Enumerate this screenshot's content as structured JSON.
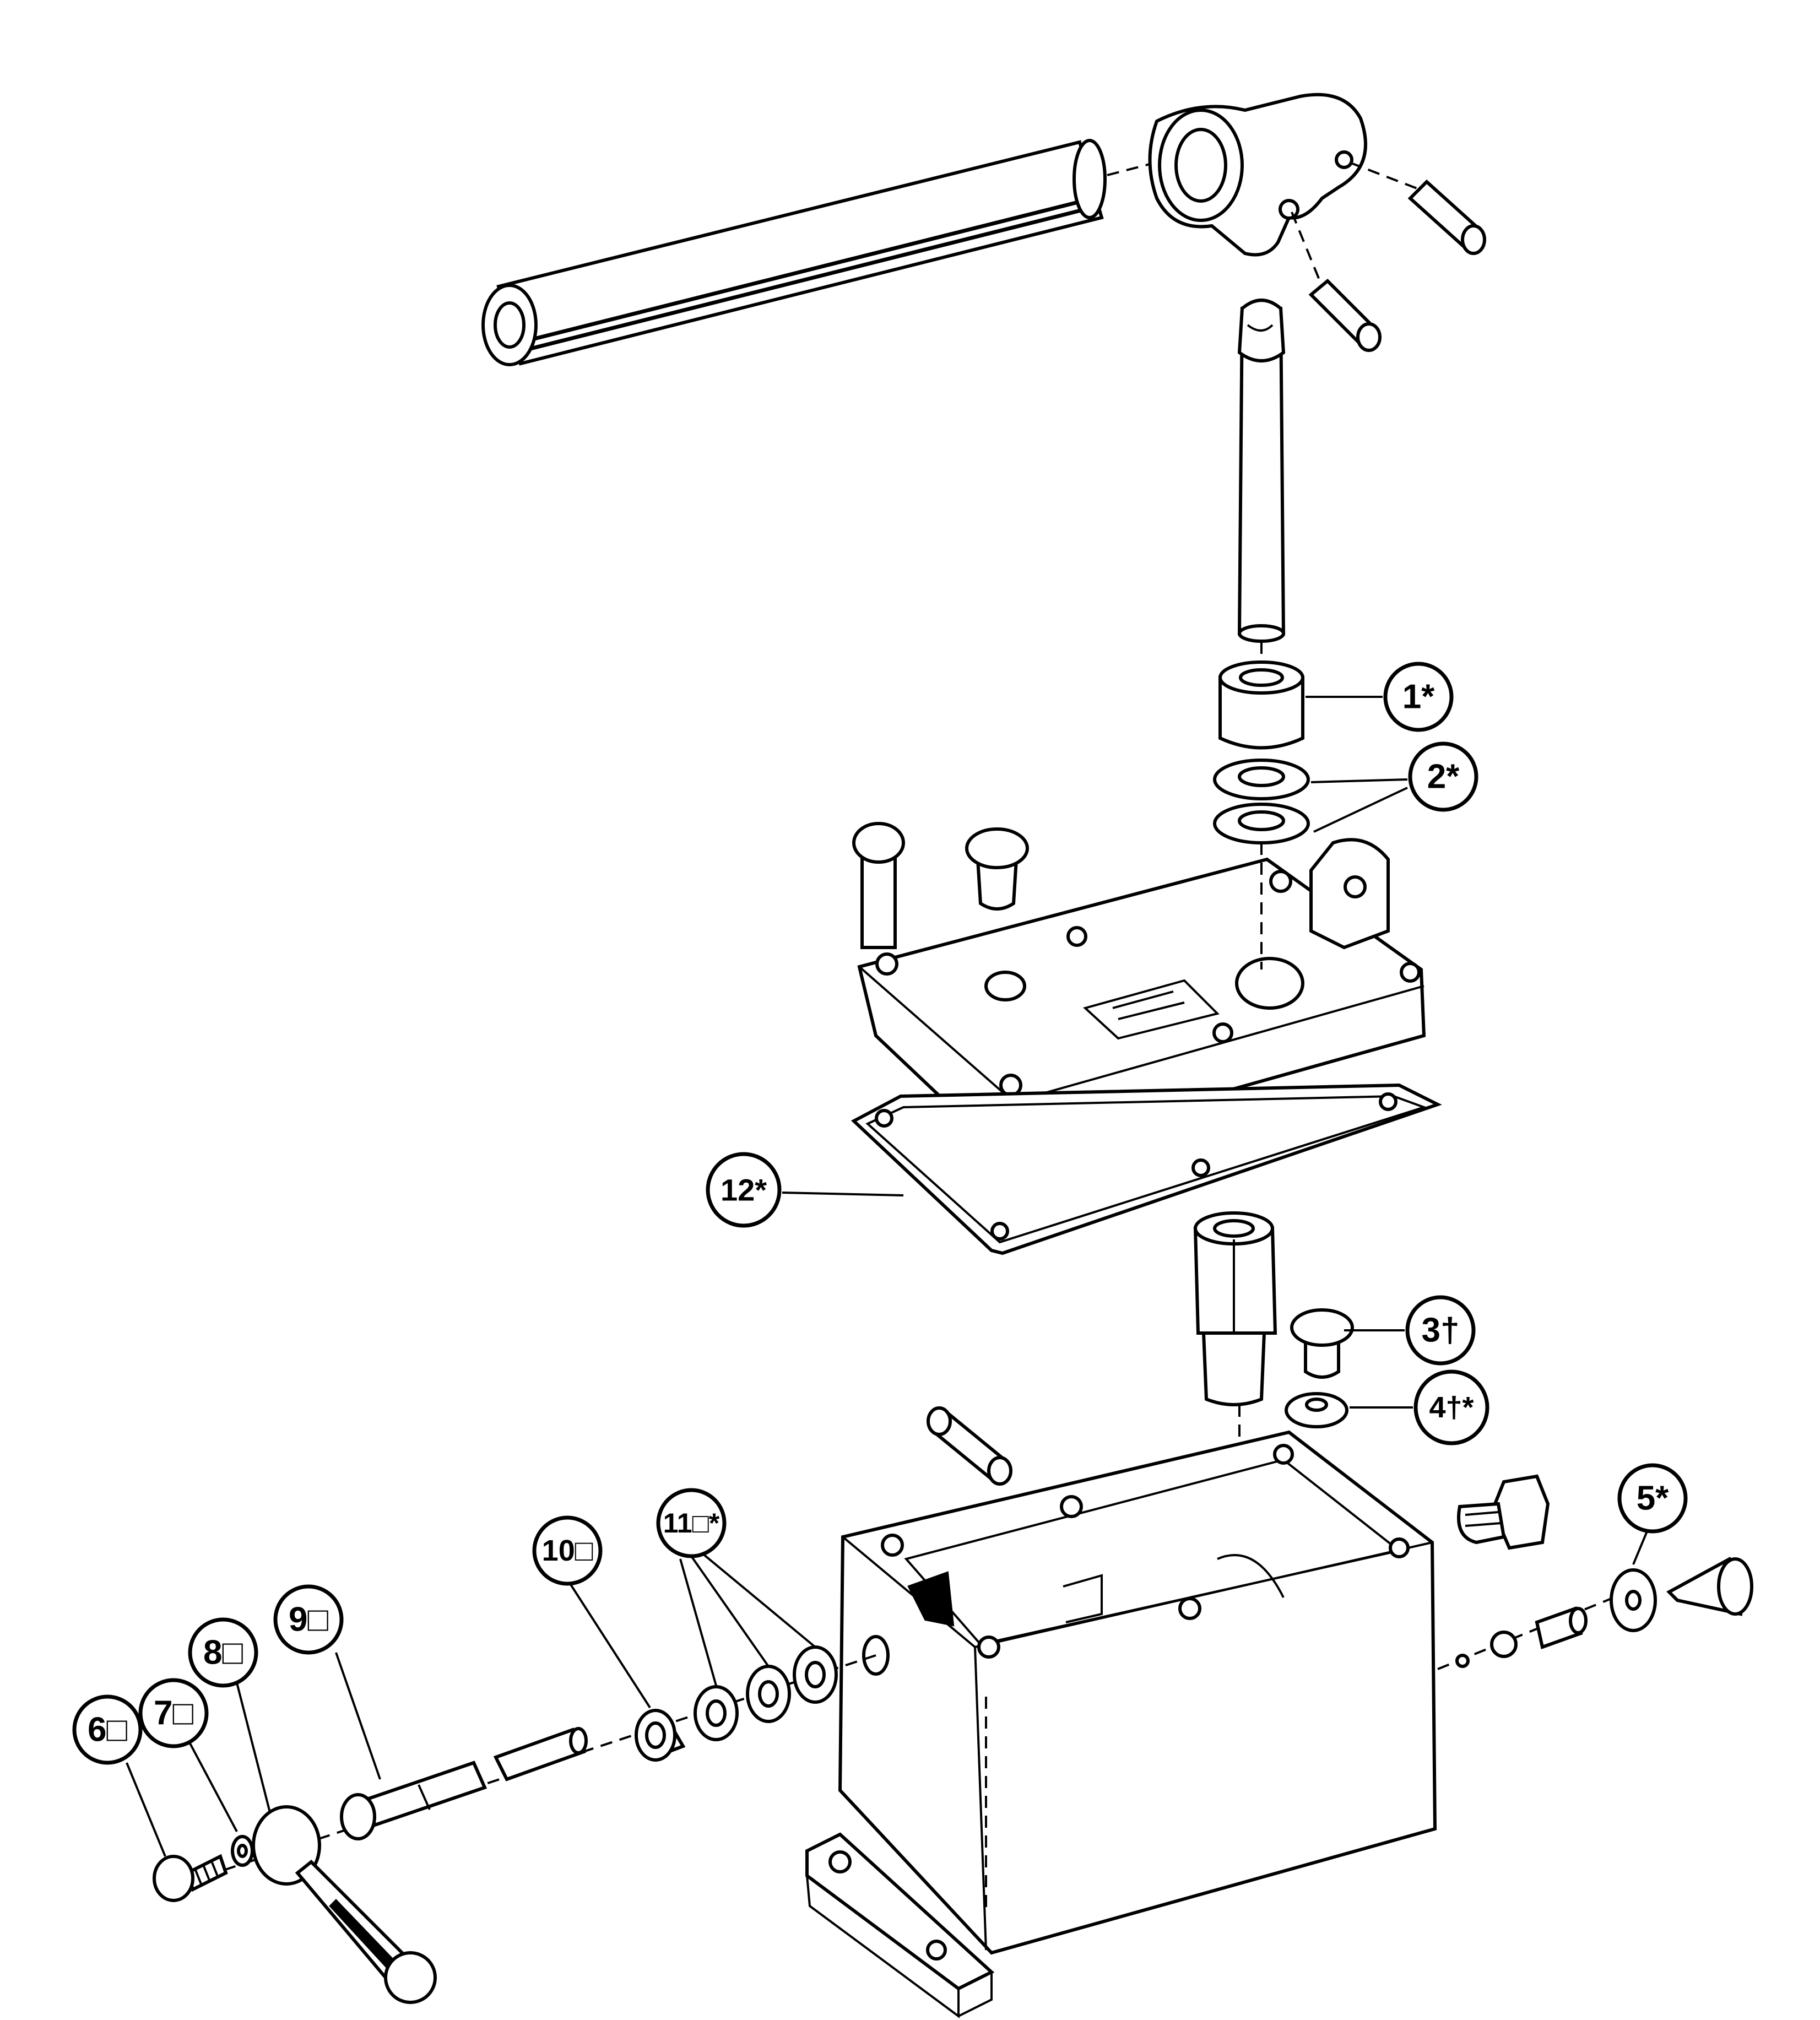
{
  "callouts": [
    {
      "id": "c1",
      "label": "1*"
    },
    {
      "id": "c2",
      "label": "2*"
    },
    {
      "id": "c3",
      "label": "3†"
    },
    {
      "id": "c4",
      "label": "4†*"
    },
    {
      "id": "c5",
      "label": "5*"
    },
    {
      "id": "c6",
      "label": "6□"
    },
    {
      "id": "c7",
      "label": "7□"
    },
    {
      "id": "c8",
      "label": "8□"
    },
    {
      "id": "c9",
      "label": "9□"
    },
    {
      "id": "c10",
      "label": "10□"
    },
    {
      "id": "c11",
      "label": "11□*"
    },
    {
      "id": "c12",
      "label": "12*"
    }
  ]
}
